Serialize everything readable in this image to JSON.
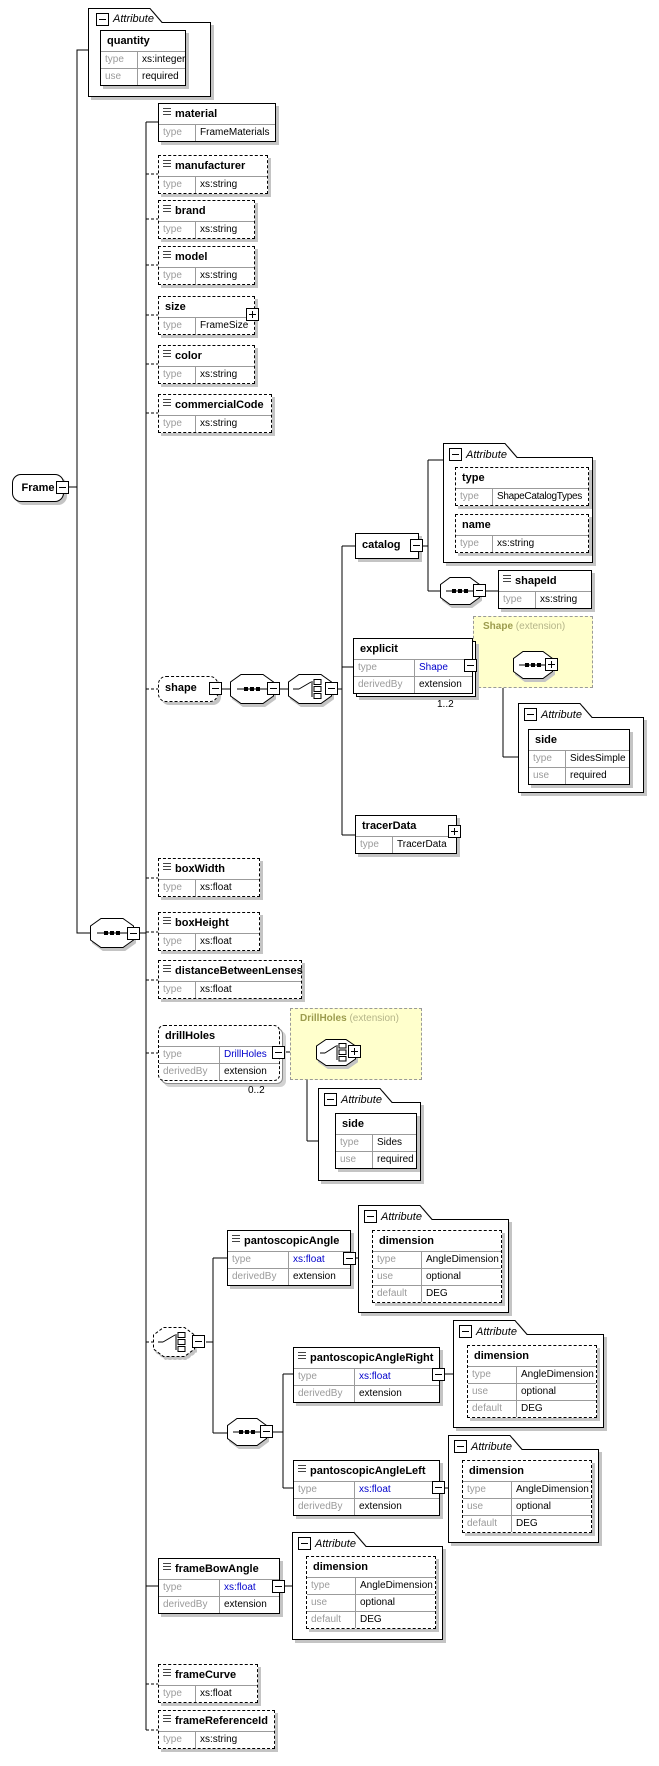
{
  "attribute_label": "Attribute",
  "root": {
    "name": "Frame"
  },
  "row_labels": {
    "type": "type",
    "use": "use",
    "derivedBy": "derivedBy",
    "default": "default"
  },
  "multiplicity": {
    "explicit": "1..2",
    "drillHoles": "0..2"
  },
  "colors": {
    "link_blue": "#0000cc",
    "extension_bg": "#ffffcc",
    "extension_title": "#9c9c4e",
    "shadow_gray": "#c4c4c4",
    "label_gray": "#9b9b9b"
  },
  "extensions": {
    "shape": {
      "name": "Shape",
      "suffix": "(extension)"
    },
    "drillHoles": {
      "name": "DrillHoles",
      "suffix": "(extension)"
    }
  },
  "attributes": {
    "quantity": {
      "name": "quantity",
      "type": "xs:integer",
      "use": "required"
    },
    "catalogType": {
      "name": "type",
      "type": "ShapeCatalogTypes"
    },
    "catalogName": {
      "name": "name",
      "type": "xs:string"
    },
    "explicitSide": {
      "name": "side",
      "type": "SidesSimple",
      "use": "required"
    },
    "drillSide": {
      "name": "side",
      "type": "Sides",
      "use": "required"
    },
    "pantoDimension": {
      "name": "dimension",
      "type": "AngleDimension",
      "use": "optional",
      "default": "DEG"
    },
    "pantoRightDimension": {
      "name": "dimension",
      "type": "AngleDimension",
      "use": "optional",
      "default": "DEG"
    },
    "pantoLeftDimension": {
      "name": "dimension",
      "type": "AngleDimension",
      "use": "optional",
      "default": "DEG"
    },
    "frameBowDimension": {
      "name": "dimension",
      "type": "AngleDimension",
      "use": "optional",
      "default": "DEG"
    }
  },
  "elements": {
    "material": {
      "name": "material",
      "type": "FrameMaterials"
    },
    "manufacturer": {
      "name": "manufacturer",
      "type": "xs:string"
    },
    "brand": {
      "name": "brand",
      "type": "xs:string"
    },
    "model": {
      "name": "model",
      "type": "xs:string"
    },
    "size": {
      "name": "size",
      "type": "FrameSize"
    },
    "color": {
      "name": "color",
      "type": "xs:string"
    },
    "commercialCode": {
      "name": "commercialCode",
      "type": "xs:string"
    },
    "shape": {
      "name": "shape"
    },
    "catalog": {
      "name": "catalog"
    },
    "shapeId": {
      "name": "shapeId",
      "type": "xs:string"
    },
    "explicit": {
      "name": "explicit",
      "type": "Shape",
      "derivedBy": "extension"
    },
    "tracerData": {
      "name": "tracerData",
      "type": "TracerData"
    },
    "boxWidth": {
      "name": "boxWidth",
      "type": "xs:float"
    },
    "boxHeight": {
      "name": "boxHeight",
      "type": "xs:float"
    },
    "distanceBetweenLenses": {
      "name": "distanceBetweenLenses",
      "type": "xs:float"
    },
    "drillHoles": {
      "name": "drillHoles",
      "type": "DrillHoles",
      "derivedBy": "extension"
    },
    "pantoscopicAngle": {
      "name": "pantoscopicAngle",
      "type": "xs:float",
      "derivedBy": "extension"
    },
    "pantoscopicAngleRight": {
      "name": "pantoscopicAngleRight",
      "type": "xs:float",
      "derivedBy": "extension"
    },
    "pantoscopicAngleLeft": {
      "name": "pantoscopicAngleLeft",
      "type": "xs:float",
      "derivedBy": "extension"
    },
    "frameBowAngle": {
      "name": "frameBowAngle",
      "type": "xs:float",
      "derivedBy": "extension"
    },
    "frameCurve": {
      "name": "frameCurve",
      "type": "xs:float"
    },
    "frameReferenceId": {
      "name": "frameReferenceId",
      "type": "xs:string"
    }
  }
}
